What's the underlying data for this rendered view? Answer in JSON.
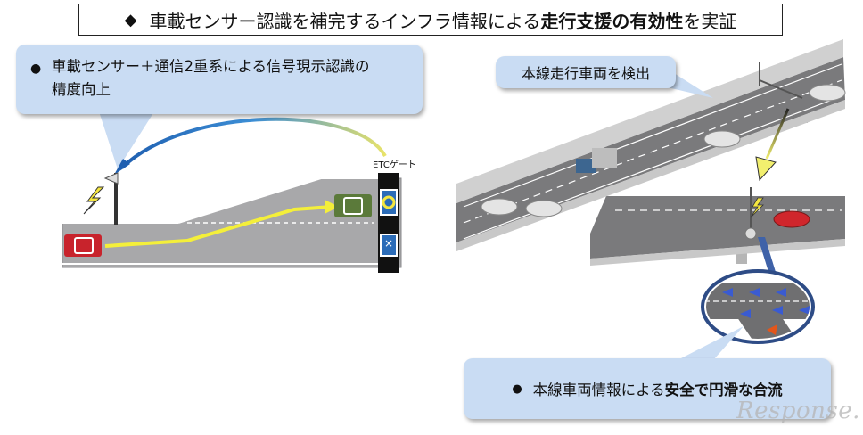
{
  "title": {
    "part1": "車載センサー認識を補完するインフラ情報による",
    "bold": "走行支援の有効性",
    "part2": "を実証"
  },
  "title_marker": "◆",
  "bullet": "●",
  "callout_left": {
    "line1": "車載センサー＋通信2重系による信号現示認識の",
    "line2": "精度向上"
  },
  "callout_top_right": "本線走行車両を検出",
  "callout_bottom_right": {
    "prefix": "本線車両情報による",
    "bold": "安全で円滑な合流"
  },
  "etc_label": "ETCゲート",
  "etc_lane_mark": "×",
  "watermark": "Response."
}
